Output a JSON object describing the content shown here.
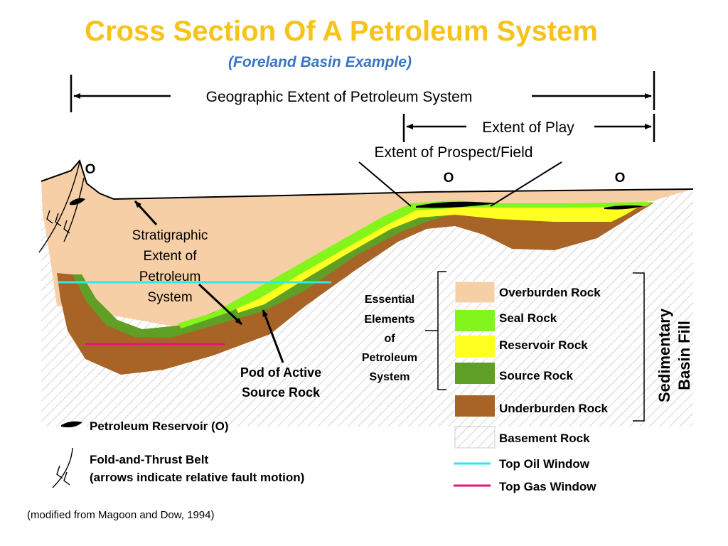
{
  "header": {
    "title": "Cross Section Of A Petroleum System",
    "subtitle": "(Foreland Basin Example)"
  },
  "extents": {
    "geographic": "Geographic Extent of Petroleum System",
    "play": "Extent of Play",
    "prospect": "Extent of Prospect/Field"
  },
  "markers": {
    "reservoir_symbol": "O"
  },
  "annotations": {
    "stratigraphic": [
      "Stratigraphic",
      "Extent of",
      "Petroleum",
      "System"
    ],
    "pod": [
      "Pod of Active",
      "Source Rock"
    ]
  },
  "essential": [
    "Essential",
    "Elements",
    "of",
    "Petroleum",
    "System"
  ],
  "sedimentary": [
    "Sedimentary",
    "Basin Fill"
  ],
  "legend": [
    {
      "label": "Overburden Rock",
      "color": "#f7cfa6"
    },
    {
      "label": "Seal Rock",
      "color": "#84f51a"
    },
    {
      "label": "Reservoir Rock",
      "color": "#ffff22"
    },
    {
      "label": "Source Rock",
      "color": "#5f9f25"
    },
    {
      "label": "Underburden Rock",
      "color": "#a86426"
    },
    {
      "label": "Basement Rock",
      "color": "hatch"
    },
    {
      "label": "Top Oil Window",
      "color": "#2ee8f0"
    },
    {
      "label": "Top Gas Window",
      "color": "#e8127a"
    }
  ],
  "bottom_legend": {
    "reservoir": "Petroleum Reservoir (O)",
    "fold_line1": "Fold-and-Thrust Belt",
    "fold_line2": "(arrows indicate relative fault motion)"
  },
  "credit": "(modified from Magoon and Dow, 1994)"
}
